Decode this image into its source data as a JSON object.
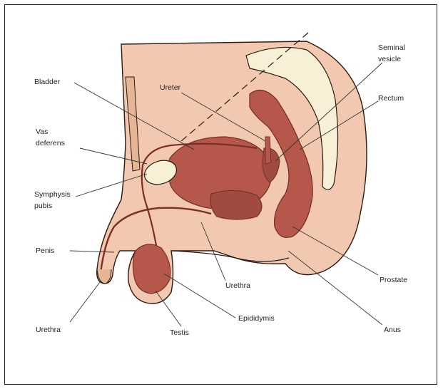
{
  "colors": {
    "skin": "#f2c9b0",
    "skin_edge": "#2b1a14",
    "organ": "#b5574a",
    "organ_dark": "#7a2f27",
    "bone": "#f7efd6",
    "leader": "#333333"
  },
  "labels": {
    "bladder": "Bladder",
    "ureter": "Ureter",
    "seminal_vesicle_line1": "Seminal",
    "seminal_vesicle_line2": "vesicle",
    "rectum": "Rectum",
    "vas_deferens_line1": "Vas",
    "vas_deferens_line2": "deferens",
    "symphysis_line1": "Symphysis",
    "symphysis_line2": "pubis",
    "penis": "Penis",
    "urethra_center": "Urethra",
    "prostate": "Prostate",
    "epididymis": "Epididymis",
    "anus": "Anus",
    "urethra_left": "Urethra",
    "testis": "Testis"
  }
}
